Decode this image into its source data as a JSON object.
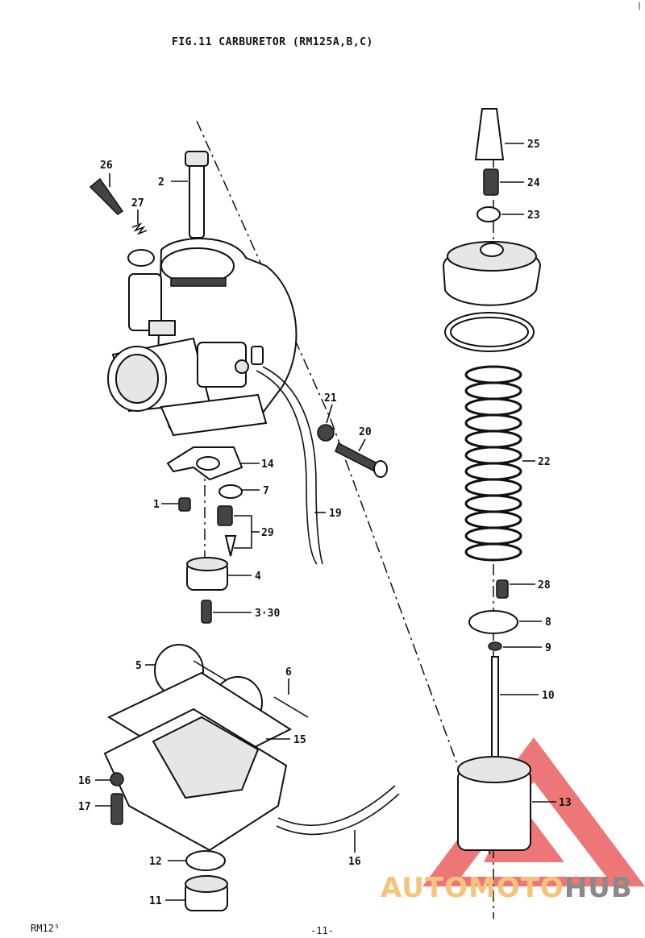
{
  "title": "FIG.11  CARBURETOR (RM125A,B,C)",
  "footer": {
    "left": "RM12⁵",
    "page": "-11-"
  },
  "corner_mark": "|",
  "watermark": {
    "part1": "AUTOMOTO",
    "part2": "HUB"
  },
  "colors": {
    "ink": "#111111",
    "watermark_red": "#e74a4a",
    "watermark_orange": "#f6c37c",
    "watermark_gray": "#8a8a8a"
  },
  "callouts": {
    "n1": "1",
    "n2": "2",
    "n3": "3·30",
    "n4": "4",
    "n5": "5",
    "n6": "6",
    "n7": "7",
    "n8": "8",
    "n9": "9",
    "n10": "10",
    "n11": "11",
    "n12": "12",
    "n13": "13",
    "n14": "14",
    "n15": "15",
    "n16": "16",
    "n17": "17",
    "n19": "19",
    "n20": "20",
    "n21": "21",
    "n22": "22",
    "n23": "23",
    "n24": "24",
    "n25": "25",
    "n26": "26",
    "n27": "27",
    "n28": "28",
    "n29": "29"
  }
}
